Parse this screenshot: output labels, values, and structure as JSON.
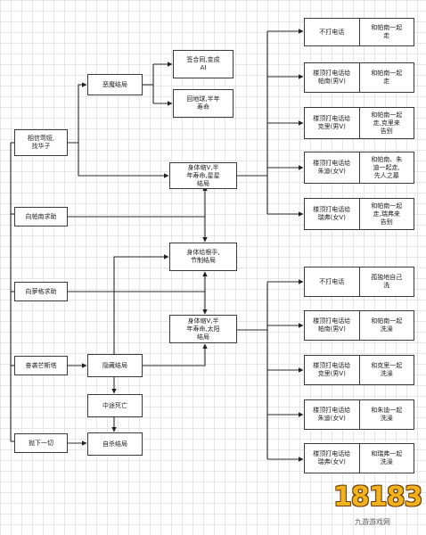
{
  "left_column": [
    "相信莺娅,\n找华子",
    "向帕南求助",
    "向萝格求助",
    "奋袭芒斯塔",
    "抛下一切"
  ],
  "middle_column": {
    "devil_ending": "恶魔结局",
    "hidden_ending": "隐藏结局",
    "die_midway": "中途死亡",
    "self_kill_ending": "自杀结局"
  },
  "devil_results": [
    "签合同,变成\nAI",
    "回地球,半年\n寿命"
  ],
  "center_nodes": {
    "star_ending": "身体缩V,半\n年寿命,星星\n结局",
    "control_ending": "身体给根手,\n节制结局",
    "sun_ending": "身体缩V,半\n年寿命,太阳\n结局"
  },
  "star_outcomes": [
    {
      "action": "不打电话",
      "result": "和帕南一起\n走"
    },
    {
      "action": "楼顶打电话给\n帕南(男V)",
      "result": "和帕南一起\n走"
    },
    {
      "action": "楼顶打电话给\n克里(男V)",
      "result": "和帕南一起\n走,克里来\n告别"
    },
    {
      "action": "楼顶打电话给\n朱迪(女V)",
      "result": "和帕南、朱\n迪一起走,\n先人之墓"
    },
    {
      "action": "楼顶打电话给\n瑞弗(女V)",
      "result": "和帕南一起\n走,瑞弗来\n告别"
    }
  ],
  "sun_outcomes": [
    {
      "action": "不打电话",
      "result": "孤独地自己\n洗"
    },
    {
      "action": "楼顶打电话给\n帕南(男V)",
      "result": "和帕南一起\n洗澡"
    },
    {
      "action": "楼顶打电话给\n克里(男V)",
      "result": "和克里一起\n洗澡"
    },
    {
      "action": "楼顶打电话给\n朱迪(女V)",
      "result": "和朱迪一起\n洗澡"
    },
    {
      "action": "楼顶打电话给\n瑞弗(女V)",
      "result": "和瑞弗一起\n洗澡"
    }
  ],
  "logo": {
    "number": "1818",
    "suffix": "3",
    "caption": "九游游戏网"
  }
}
